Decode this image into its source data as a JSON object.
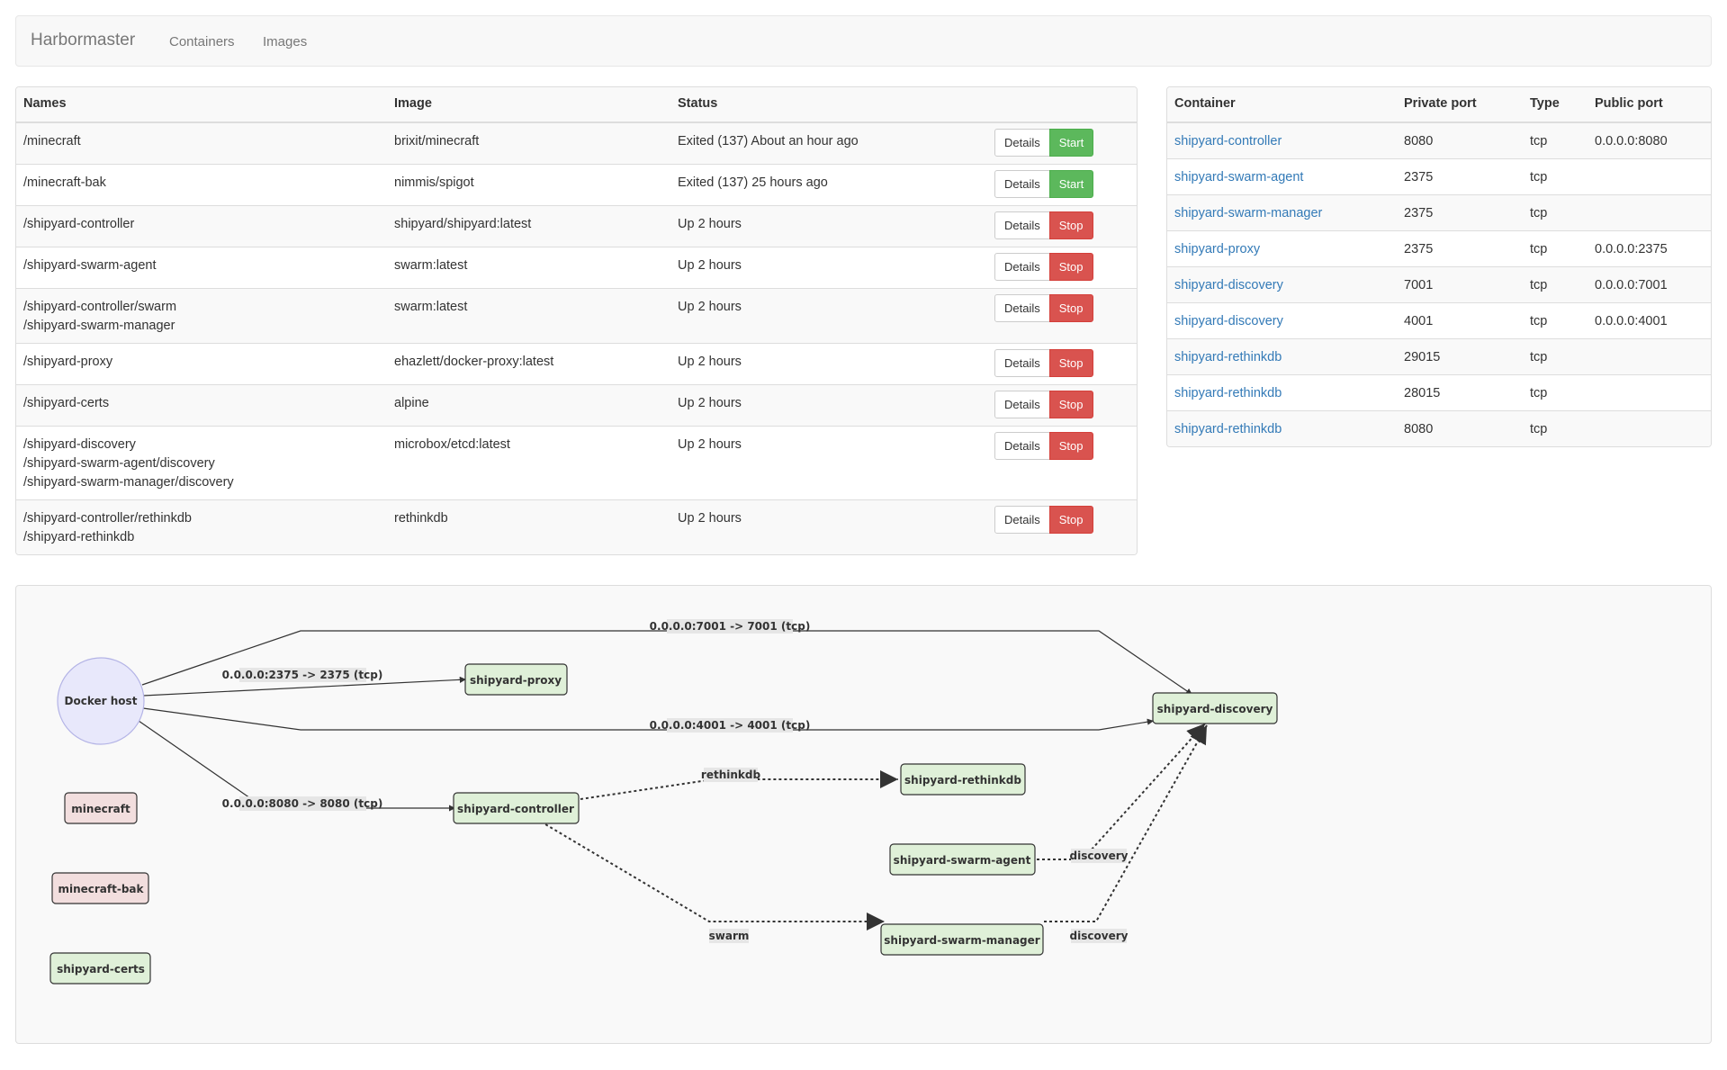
{
  "navbar": {
    "brand": "Harbormaster",
    "links": [
      "Containers",
      "Images"
    ]
  },
  "containers_table": {
    "headers": [
      "Names",
      "Image",
      "Status"
    ],
    "rows": [
      {
        "names": [
          "/minecraft"
        ],
        "image": "brixit/minecraft",
        "status": "Exited (137) About an hour ago",
        "details_label": "Details",
        "action_label": "Start",
        "action": "start"
      },
      {
        "names": [
          "/minecraft-bak"
        ],
        "image": "nimmis/spigot",
        "status": "Exited (137) 25 hours ago",
        "details_label": "Details",
        "action_label": "Start",
        "action": "start"
      },
      {
        "names": [
          "/shipyard-controller"
        ],
        "image": "shipyard/shipyard:latest",
        "status": "Up 2 hours",
        "details_label": "Details",
        "action_label": "Stop",
        "action": "stop"
      },
      {
        "names": [
          "/shipyard-swarm-agent"
        ],
        "image": "swarm:latest",
        "status": "Up 2 hours",
        "details_label": "Details",
        "action_label": "Stop",
        "action": "stop"
      },
      {
        "names": [
          "/shipyard-controller/swarm",
          "/shipyard-swarm-manager"
        ],
        "image": "swarm:latest",
        "status": "Up 2 hours",
        "details_label": "Details",
        "action_label": "Stop",
        "action": "stop"
      },
      {
        "names": [
          "/shipyard-proxy"
        ],
        "image": "ehazlett/docker-proxy:latest",
        "status": "Up 2 hours",
        "details_label": "Details",
        "action_label": "Stop",
        "action": "stop"
      },
      {
        "names": [
          "/shipyard-certs"
        ],
        "image": "alpine",
        "status": "Up 2 hours",
        "details_label": "Details",
        "action_label": "Stop",
        "action": "stop"
      },
      {
        "names": [
          "/shipyard-discovery",
          "/shipyard-swarm-agent/discovery",
          "/shipyard-swarm-manager/discovery"
        ],
        "image": "microbox/etcd:latest",
        "status": "Up 2 hours",
        "details_label": "Details",
        "action_label": "Stop",
        "action": "stop"
      },
      {
        "names": [
          "/shipyard-controller/rethinkdb",
          "/shipyard-rethinkdb"
        ],
        "image": "rethinkdb",
        "status": "Up 2 hours",
        "details_label": "Details",
        "action_label": "Stop",
        "action": "stop"
      }
    ]
  },
  "ports_table": {
    "headers": [
      "Container",
      "Private port",
      "Type",
      "Public port"
    ],
    "rows": [
      {
        "container": "shipyard-controller",
        "private": "8080",
        "type": "tcp",
        "public": "0.0.0.0:8080"
      },
      {
        "container": "shipyard-swarm-agent",
        "private": "2375",
        "type": "tcp",
        "public": ""
      },
      {
        "container": "shipyard-swarm-manager",
        "private": "2375",
        "type": "tcp",
        "public": ""
      },
      {
        "container": "shipyard-proxy",
        "private": "2375",
        "type": "tcp",
        "public": "0.0.0.0:2375"
      },
      {
        "container": "shipyard-discovery",
        "private": "7001",
        "type": "tcp",
        "public": "0.0.0.0:7001"
      },
      {
        "container": "shipyard-discovery",
        "private": "4001",
        "type": "tcp",
        "public": "0.0.0.0:4001"
      },
      {
        "container": "shipyard-rethinkdb",
        "private": "29015",
        "type": "tcp",
        "public": ""
      },
      {
        "container": "shipyard-rethinkdb",
        "private": "28015",
        "type": "tcp",
        "public": ""
      },
      {
        "container": "shipyard-rethinkdb",
        "private": "8080",
        "type": "tcp",
        "public": ""
      }
    ]
  },
  "graph": {
    "host_label": "Docker host",
    "nodes": {
      "proxy": "shipyard-proxy",
      "discovery": "shipyard-discovery",
      "rethinkdb": "shipyard-rethinkdb",
      "controller": "shipyard-controller",
      "swarm_agent": "shipyard-swarm-agent",
      "swarm_manager": "shipyard-swarm-manager",
      "minecraft": "minecraft",
      "minecraft_bak": "minecraft-bak",
      "certs": "shipyard-certs"
    },
    "edge_labels": {
      "port7001": "0.0.0.0:7001 -> 7001 (tcp)",
      "port2375": "0.0.0.0:2375 -> 2375 (tcp)",
      "port4001": "0.0.0.0:4001 -> 4001 (tcp)",
      "port8080": "0.0.0.0:8080 -> 8080 (tcp)",
      "rethinkdb": "rethinkdb",
      "swarm": "swarm",
      "discovery_agent": "discovery",
      "discovery_manager": "discovery"
    },
    "colors": {
      "host_fill": "#e8e8fb",
      "running_fill": "#dff0d8",
      "stopped_fill": "#f2dede"
    }
  }
}
